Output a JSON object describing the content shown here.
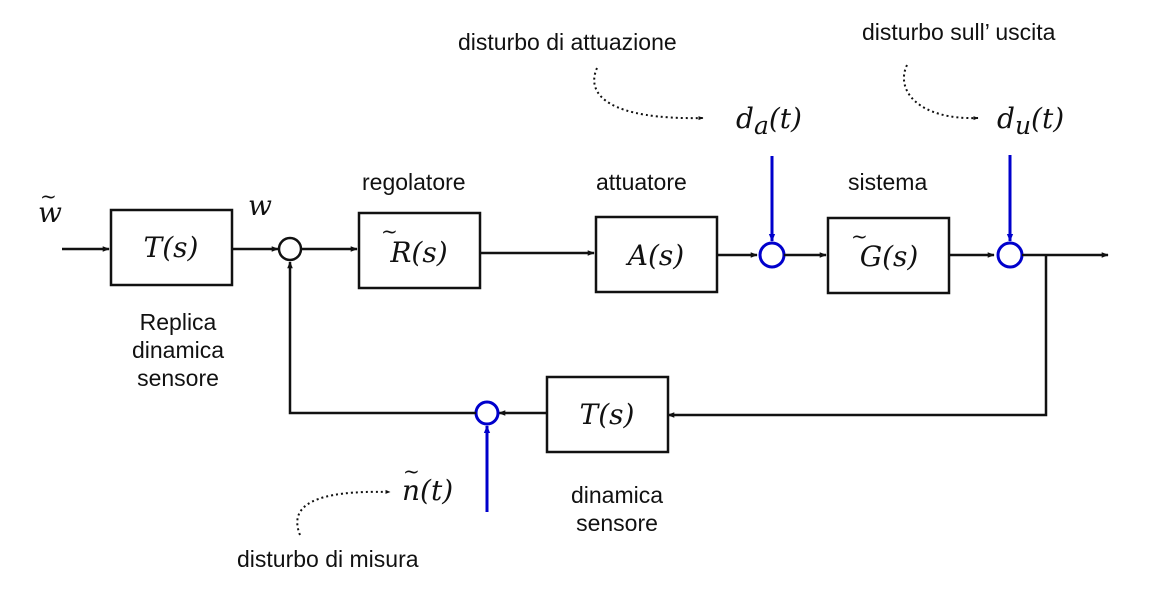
{
  "labels": {
    "disturbo_attuazione": "disturbo di attuazione",
    "disturbo_uscita": "disturbo sull’ uscita",
    "disturbo_misura": "disturbo di misura",
    "regolatore": "regolatore",
    "attuatore": "attuatore",
    "sistema": "sistema",
    "replica_1": "Replica",
    "replica_2": "dinamica",
    "replica_3": "sensore",
    "dinamica_1": "dinamica",
    "dinamica_2": "sensore"
  },
  "math": {
    "w_tilde": "w",
    "w": "w",
    "T_left": "T(s)",
    "R": "R(s)",
    "A": "A(s)",
    "G": "G(s)",
    "T_feedback": "T(s)",
    "da": "d",
    "da_sub": "a",
    "da_arg": "(t)",
    "du": "d",
    "du_sub": "u",
    "du_arg": "(t)",
    "n": "n(t)"
  },
  "colors": {
    "line": "#111111",
    "disturbance": "#0000cc"
  }
}
